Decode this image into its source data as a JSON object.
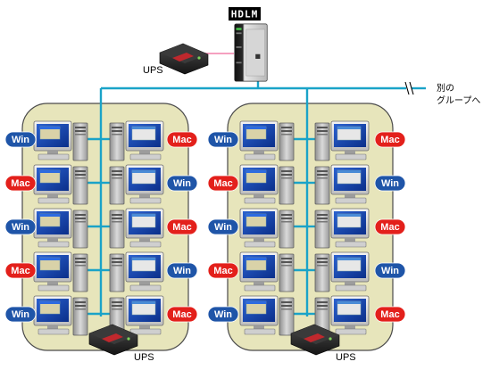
{
  "server": {
    "logo_text": "HDLM"
  },
  "ups_label": "UPS",
  "other_group_label": [
    "別の",
    "グループへ"
  ],
  "os_names": {
    "win": "Win",
    "mac": "Mac"
  },
  "colors": {
    "win": "#1f55a8",
    "mac": "#e3201b",
    "network": "#1aa3c8",
    "group_bg": "#e7e5bb",
    "power_line": "#f5a0c0"
  },
  "groups": [
    {
      "id": "left",
      "clients": [
        {
          "os": "win"
        },
        {
          "os": "mac"
        },
        {
          "os": "mac"
        },
        {
          "os": "win"
        },
        {
          "os": "win"
        },
        {
          "os": "mac"
        },
        {
          "os": "mac"
        },
        {
          "os": "win"
        },
        {
          "os": "win"
        },
        {
          "os": "mac"
        }
      ]
    },
    {
      "id": "right",
      "clients": [
        {
          "os": "win"
        },
        {
          "os": "mac"
        },
        {
          "os": "mac"
        },
        {
          "os": "win"
        },
        {
          "os": "win"
        },
        {
          "os": "mac"
        },
        {
          "os": "mac"
        },
        {
          "os": "win"
        },
        {
          "os": "win"
        },
        {
          "os": "mac"
        }
      ]
    }
  ]
}
